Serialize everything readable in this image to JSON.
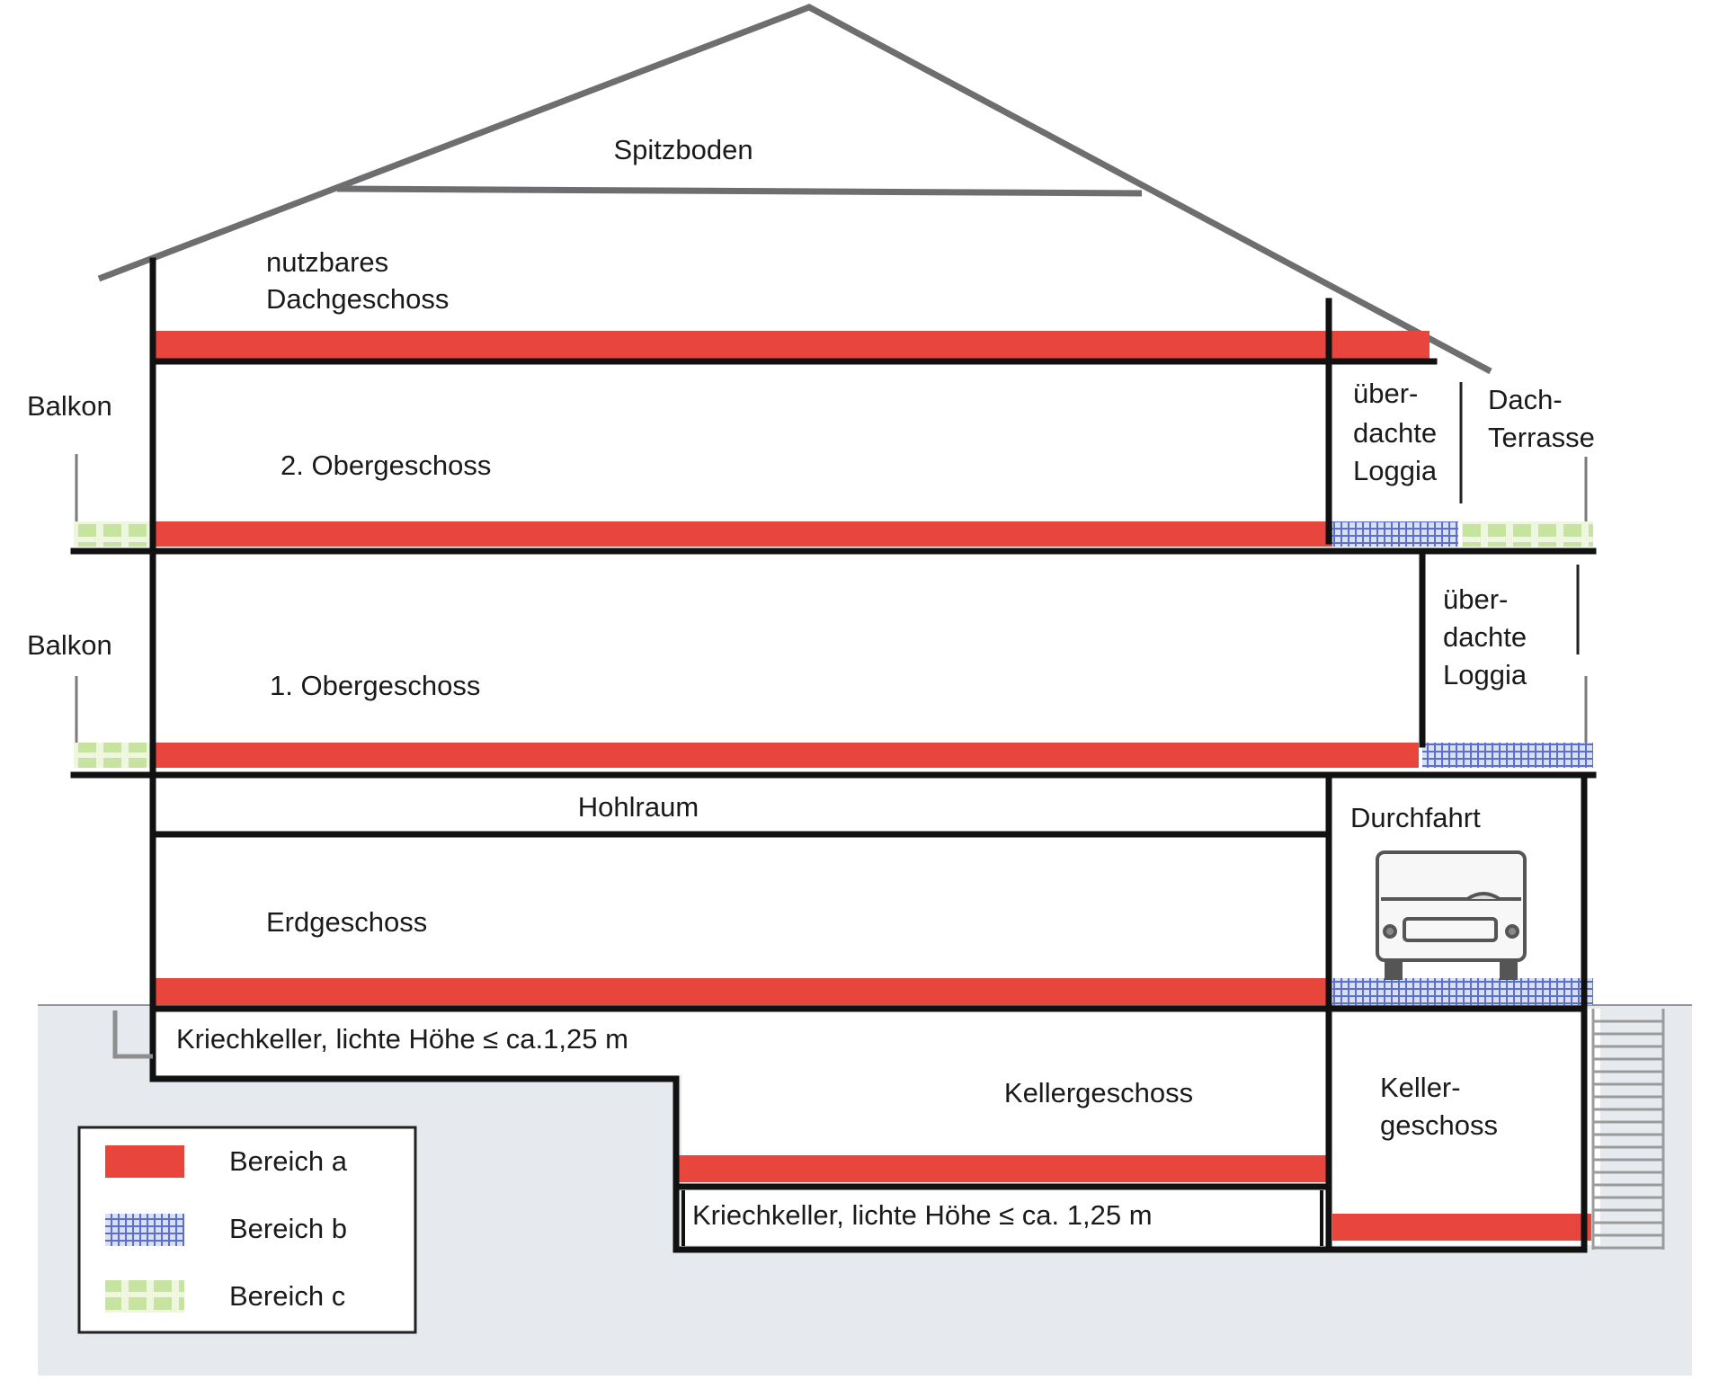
{
  "labels": {
    "attic": "Spitzboden",
    "usable_attic_1": "nutzbares",
    "usable_attic_2": "Dachgeschoss",
    "upper_floor_2": "2. Obergeschoss",
    "upper_floor_1": "1. Obergeschoss",
    "balcony_top": "Balkon",
    "balcony_bottom": "Balkon",
    "loggia_top_1": "über-",
    "loggia_top_2": "dachte",
    "loggia_top_3": "Loggia",
    "roof_terrace_1": "Dach-",
    "roof_terrace_2": "Terrasse",
    "loggia_mid_1": "über-",
    "loggia_mid_2": "dachte",
    "loggia_mid_3": "Loggia",
    "cavity": "Hohlraum",
    "passage": "Durchfahrt",
    "ground_floor": "Erdgeschoss",
    "crawl_left": "Kriechkeller, lichte Höhe ≤ ca.1,25 m",
    "basement": "Kellergeschoss",
    "basement_right_1": "Keller-",
    "basement_right_2": "geschoss",
    "crawl_bottom": "Kriechkeller, lichte Höhe ≤ ca. 1,25 m"
  },
  "legend": {
    "items": [
      {
        "label": "Bereich a",
        "color": "#e8453c"
      },
      {
        "label": "Bereich b",
        "color": "#5a6fd0"
      },
      {
        "label": "Bereich c",
        "color": "#c6e3a0"
      }
    ]
  },
  "colors": {
    "wall": "#111111",
    "roof": "#6e6e70",
    "ground": "#e6e9ee"
  },
  "icons": {
    "vehicle": "car-icon"
  }
}
